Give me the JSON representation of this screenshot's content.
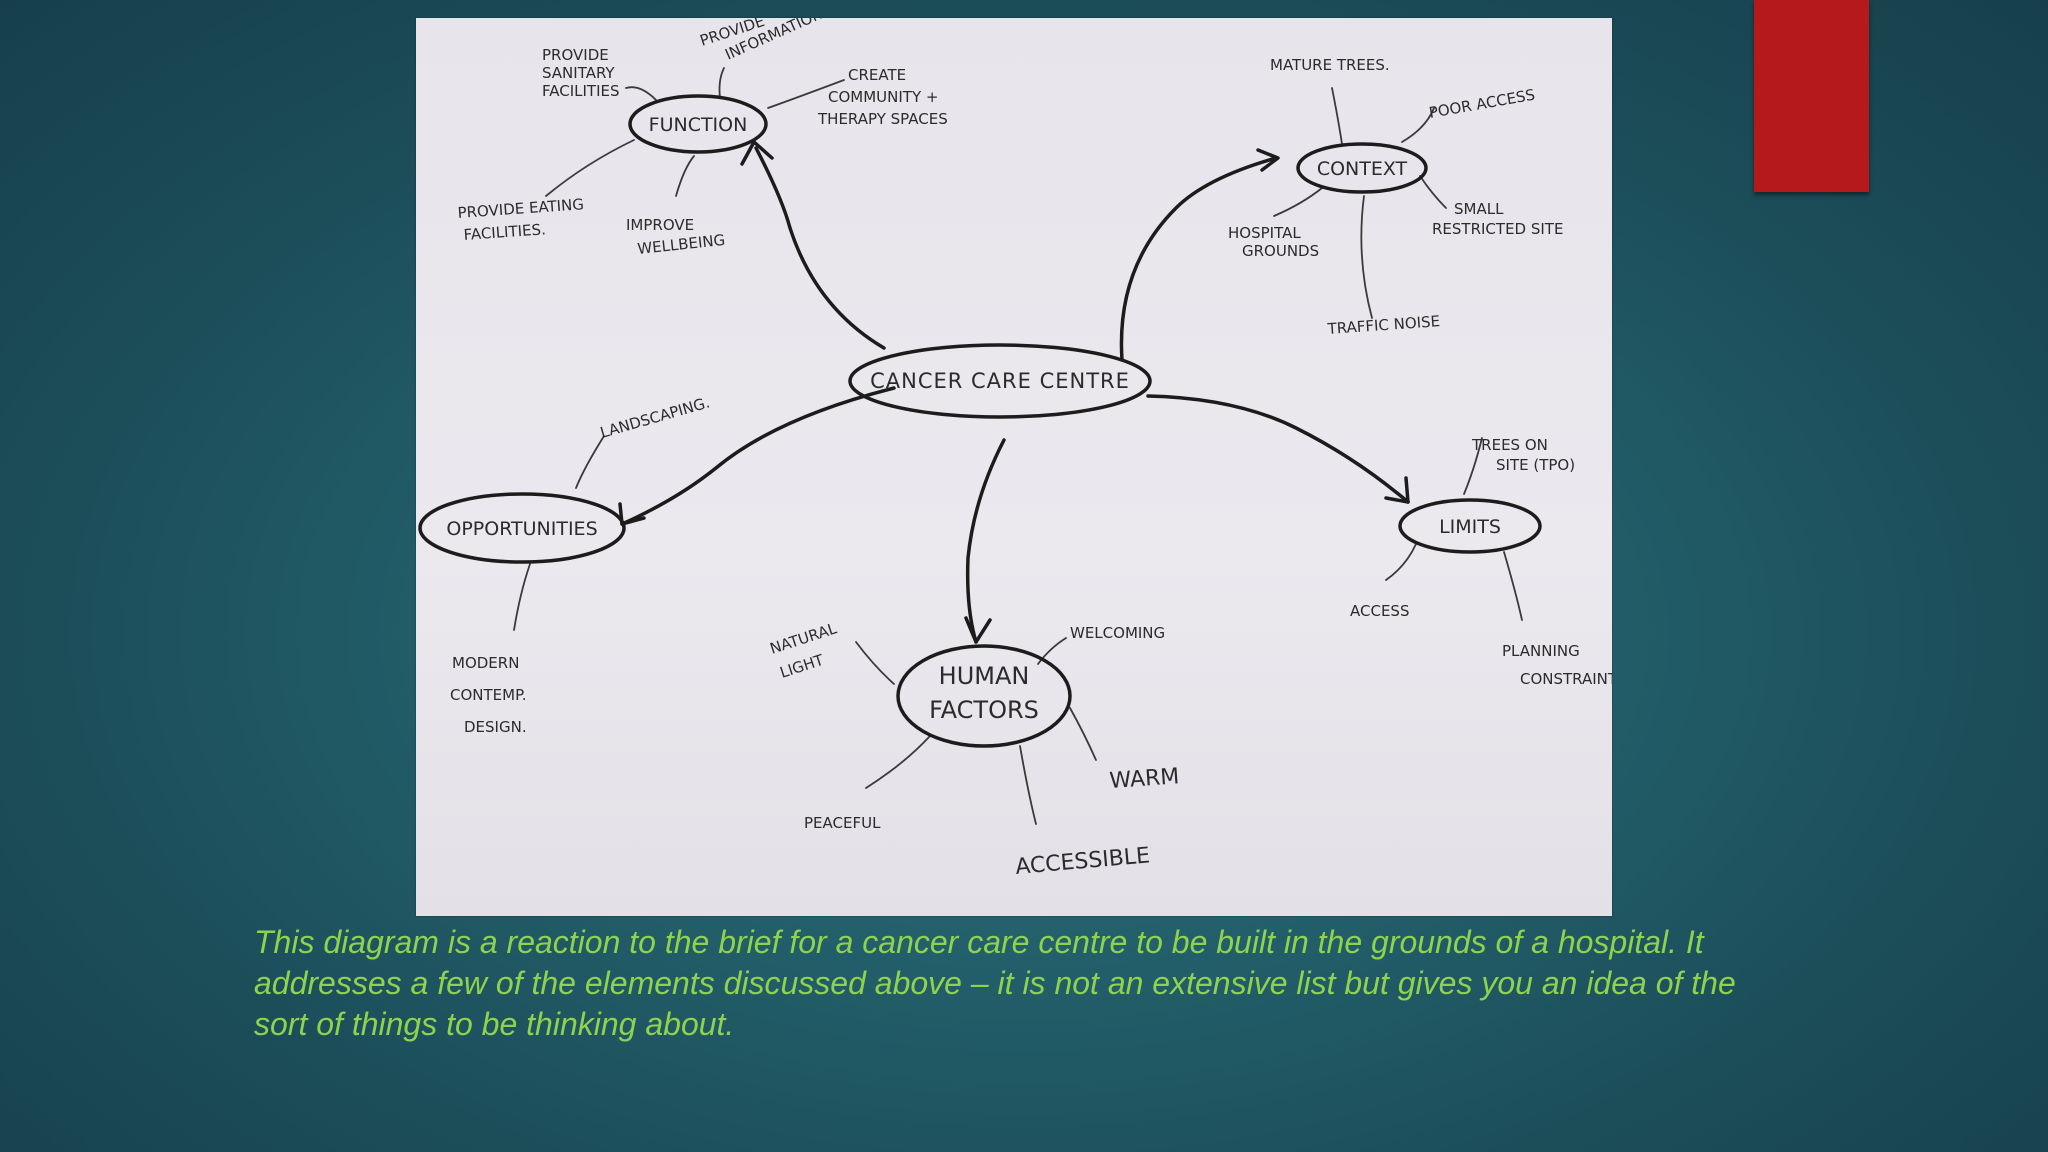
{
  "slide": {
    "caption": "This diagram is a reaction to the brief for a cancer care centre to be built in the grounds of a hospital. It addresses a few of the elements discussed above – it is not an extensive list but gives you an idea of the sort of things to be thinking about.",
    "colors": {
      "background": "#1f5864",
      "accent_bar": "#b5191b",
      "caption_text": "#8ed24d",
      "paper": "#e8e6ec"
    }
  },
  "mindmap": {
    "center": "CANCER CARE CENTRE",
    "nodes": {
      "function": {
        "label": "FUNCTION",
        "notes": {
          "provide_sanitary_1": "PROVIDE",
          "provide_sanitary_2": "SANITARY",
          "provide_sanitary_3": "FACILITIES",
          "provide_info_1": "PROVIDE",
          "provide_info_2": "INFORMATION",
          "create_1": "CREATE",
          "create_2": "COMMUNITY +",
          "create_3": "THERAPY SPACES",
          "eating_1": "PROVIDE EATING",
          "eating_2": "FACILITIES.",
          "wellbeing_1": "IMPROVE",
          "wellbeing_2": "WELLBEING"
        }
      },
      "context": {
        "label": "CONTEXT",
        "notes": {
          "mature_trees": "MATURE TREES.",
          "poor_access": "POOR ACCESS",
          "small_1": "SMALL",
          "small_2": "RESTRICTED SITE",
          "hospital_1": "HOSPITAL",
          "hospital_2": "GROUNDS",
          "traffic": "TRAFFIC NOISE"
        }
      },
      "opportunities": {
        "label": "OPPORTUNITIES",
        "notes": {
          "landscaping": "LANDSCAPING.",
          "modern_1": "MODERN",
          "modern_2": "CONTEMP.",
          "modern_3": "DESIGN."
        }
      },
      "limits": {
        "label": "LIMITS",
        "notes": {
          "trees_1": "TREES ON",
          "trees_2": "SITE (TPO)",
          "access": "ACCESS",
          "planning_1": "PLANNING",
          "planning_2": "CONSTRAINTS"
        }
      },
      "human_factors": {
        "label_1": "HUMAN",
        "label_2": "FACTORS",
        "notes": {
          "natural_1": "NATURAL",
          "natural_2": "LIGHT",
          "welcoming": "WELCOMING",
          "warm": "WARM",
          "peaceful": "PEACEFUL",
          "accessible": "ACCESSIBLE"
        }
      }
    }
  }
}
